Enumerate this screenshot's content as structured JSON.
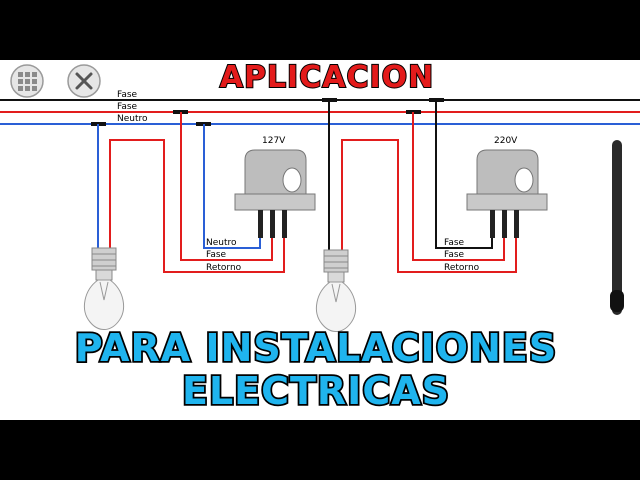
{
  "header": {
    "title": "APLICACION"
  },
  "footer": {
    "line1": "PARA INSTALACIONES",
    "line2": "ELECTRICAS"
  },
  "toolbar": {
    "menu_icon": "grid-icon",
    "close_icon": "close-icon"
  },
  "main_lines": {
    "fase1": "Fase",
    "fase2": "Fase",
    "neutro": "Neutro"
  },
  "circuit_left": {
    "voltage": "127V",
    "neutro": "Neutro",
    "fase": "Fase",
    "retorno": "Retorno"
  },
  "circuit_right": {
    "voltage": "220V",
    "fase1": "Fase",
    "fase2": "Fase",
    "retorno": "Retorno"
  },
  "colors": {
    "fase": "#e21d1d",
    "neutro": "#2a5fd6",
    "black": "#111111",
    "sensor": "#bdbdbd"
  }
}
